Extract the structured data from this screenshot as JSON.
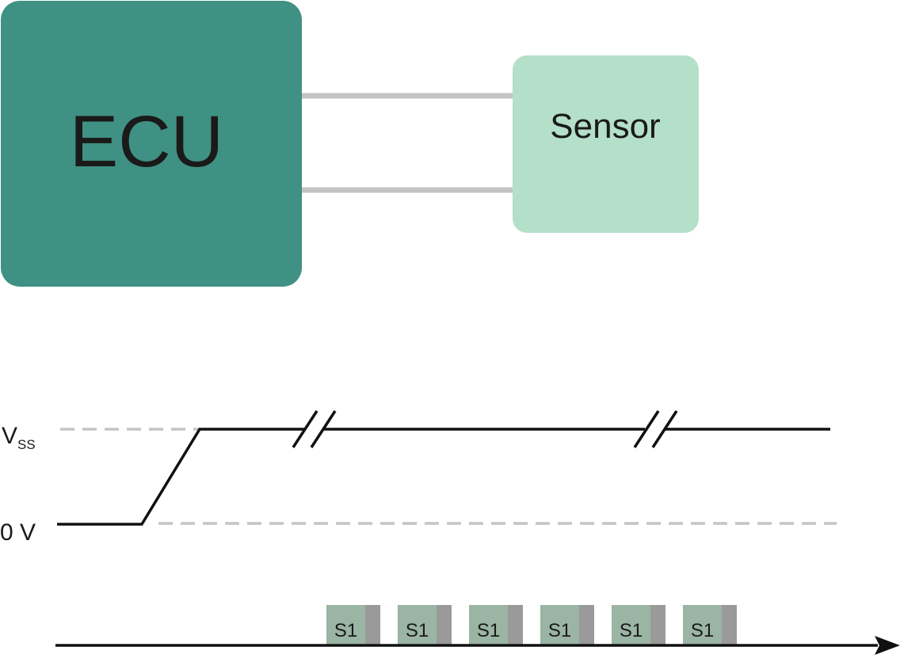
{
  "ecu": {
    "label": "ECU",
    "color": "#3f9183"
  },
  "sensor": {
    "label": "Sensor",
    "color": "#b4dfc9"
  },
  "wire_color": "#c4c4c4",
  "voltage_axis": {
    "vss_main": "V",
    "vss_sub": "SS",
    "zero_label": "0 V"
  },
  "signal_color": "#111111",
  "reference_line_color": "#c4c4c4",
  "frames": {
    "labels": [
      "S1",
      "S1",
      "S1",
      "S1",
      "S1",
      "S1"
    ],
    "body_color": "#9ab5a3",
    "tail_color": "#9a9a9a"
  }
}
